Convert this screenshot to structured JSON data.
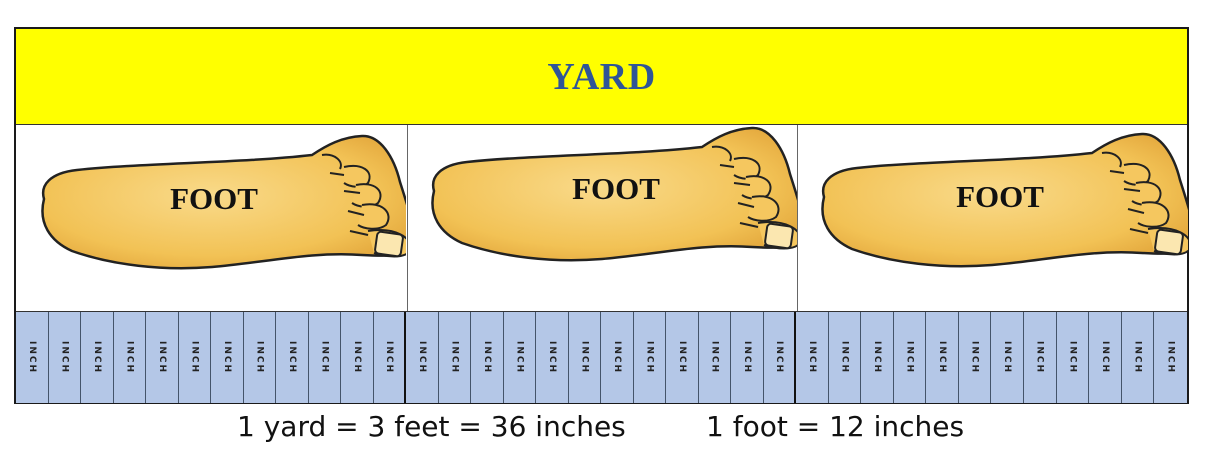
{
  "yard_label": "YARD",
  "foot_label": "FOOT",
  "inch_label": "INCH",
  "feet_per_yard": 3,
  "inches_per_foot": 12,
  "caption_left": "1 yard = 3 feet = 36 inches",
  "caption_right": "1 foot = 12 inches",
  "colors": {
    "yard_band": "#ffff00",
    "yard_text": "#2f5597",
    "inch_cells": "#b4c7e7",
    "foot_skin": "#f6c65a"
  }
}
